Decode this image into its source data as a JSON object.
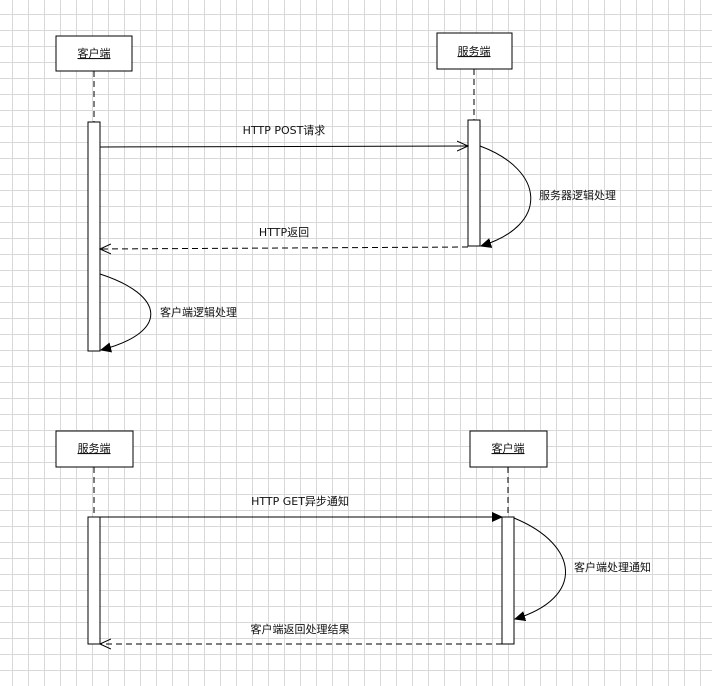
{
  "diagram1": {
    "actor_left": "客户端",
    "actor_right": "服务端",
    "msg_request": "HTTP POST请求",
    "note_server": "服务器逻辑处理",
    "msg_return": "HTTP返回",
    "note_client": "客户端逻辑处理"
  },
  "diagram2": {
    "actor_left": "服务端",
    "actor_right": "客户端",
    "msg_notify": "HTTP GET异步通知",
    "note_client": "客户端处理通知",
    "msg_result": "客户端返回处理结果"
  },
  "colors": {
    "stroke": "#000000",
    "grid": "#d9d9d9",
    "background": "#ffffff"
  }
}
